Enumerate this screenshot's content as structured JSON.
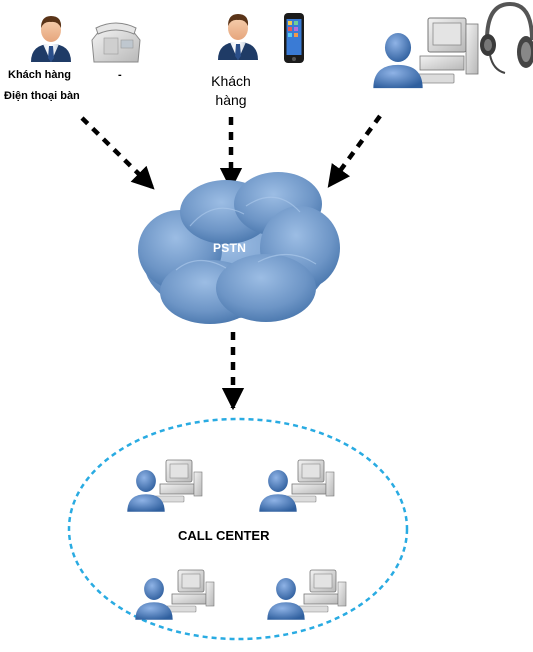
{
  "nodes": {
    "landline_customer": {
      "line1": "Khách hàng",
      "line2": "Điện thoại bàn",
      "stray_mark": "-"
    },
    "mobile_customer": {
      "line1": "Khách",
      "line2": "hàng"
    },
    "network": {
      "label": "PSTN"
    },
    "call_center": {
      "label": "CALL CENTER"
    }
  },
  "colors": {
    "cloud_fill": "#6d95c6",
    "cloud_dark": "#3f6ea6",
    "person_blue": "#4e7fc3",
    "boundary_dashed": "#29abe2",
    "arrow": "#000000"
  },
  "icons": [
    "person-with-tie-icon",
    "desk-phone-icon",
    "smartphone-icon",
    "agent-workstation-icon",
    "headset-icon",
    "cloud-icon"
  ]
}
